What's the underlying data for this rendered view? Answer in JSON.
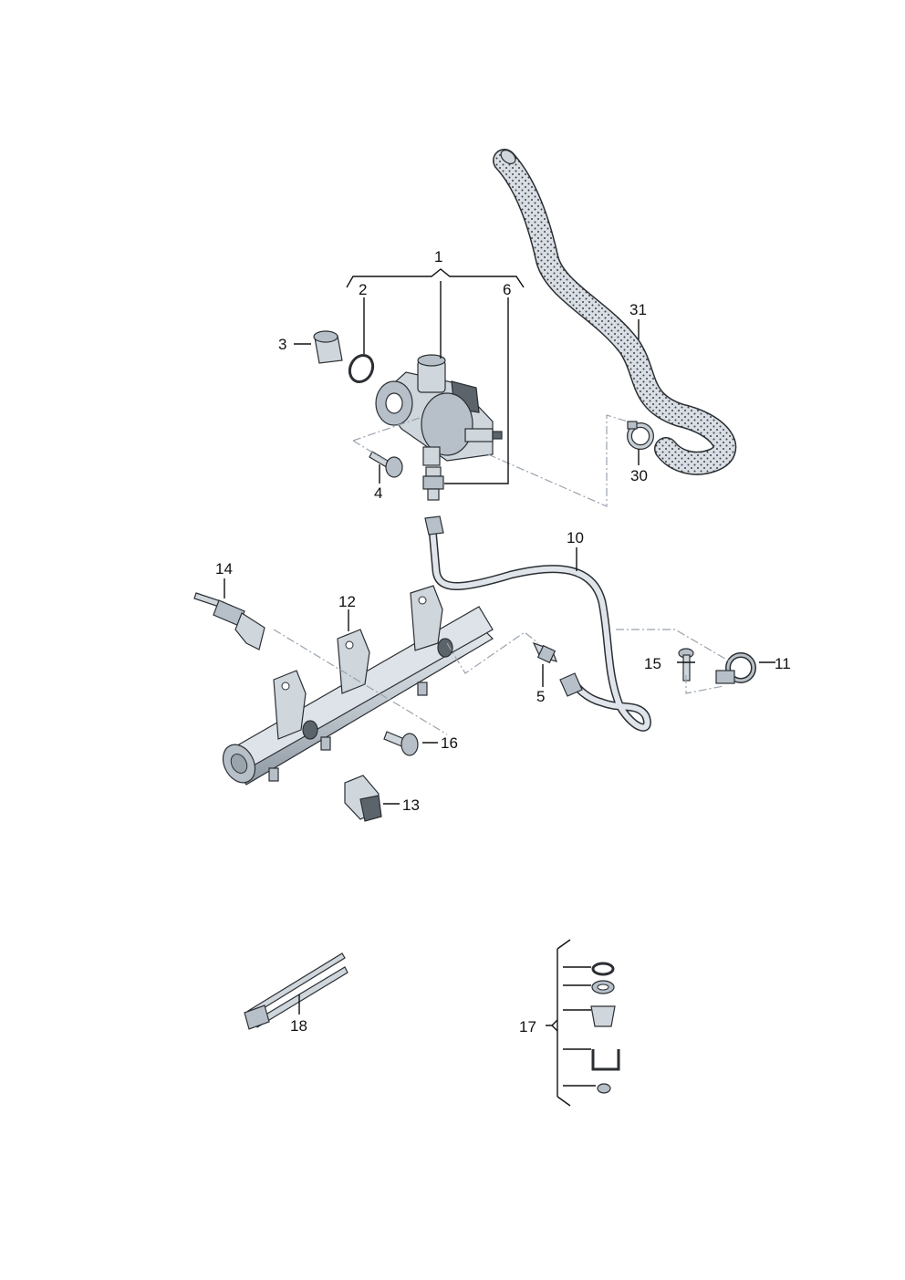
{
  "callouts": {
    "c1": "1",
    "c2": "2",
    "c3": "3",
    "c4": "4",
    "c5": "5",
    "c6": "6",
    "c10": "10",
    "c11": "11",
    "c12": "12",
    "c13": "13",
    "c14": "14",
    "c15": "15",
    "c16": "16",
    "c17": "17",
    "c18": "18",
    "c30": "30",
    "c31": "31"
  }
}
